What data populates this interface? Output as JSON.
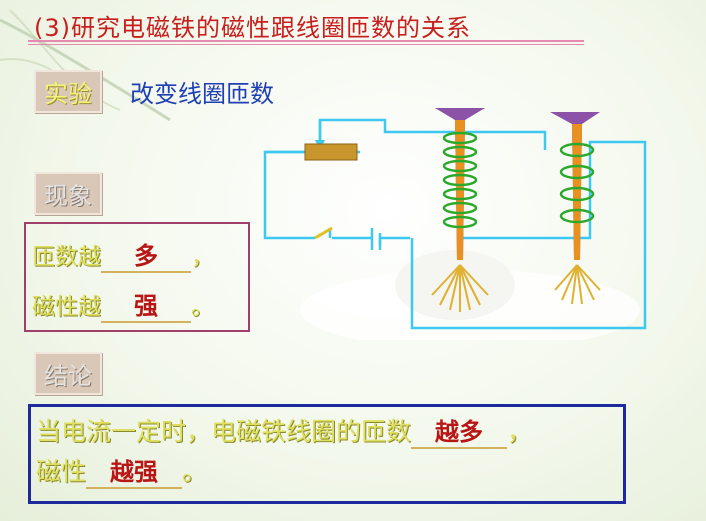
{
  "title": "(3)研究电磁铁的磁性跟线圈匝数的关系",
  "experiment": {
    "label": "实验",
    "text": "改变线圈匝数"
  },
  "phenomenon": {
    "label": "现象",
    "row1_prefix": "匝数越",
    "row1_answer": "多",
    "row1_suffix": "，",
    "row2_prefix": "磁性越",
    "row2_answer": "强",
    "row2_suffix": "。"
  },
  "conclusion": {
    "label": "结论",
    "line1_prefix": "当电流一定时，电磁铁线圈的匝数",
    "line1_answer": "越多",
    "line1_suffix": "，",
    "line2_prefix": "磁性",
    "line2_answer": "越强",
    "line2_suffix": "。"
  },
  "colors": {
    "title": "#c81e1e",
    "experiment_text": "#1f3fb5",
    "answer": "#b81616",
    "fill_text": "#e0e060",
    "wire": "#3cc8f0",
    "coil": "#2ca82c"
  }
}
